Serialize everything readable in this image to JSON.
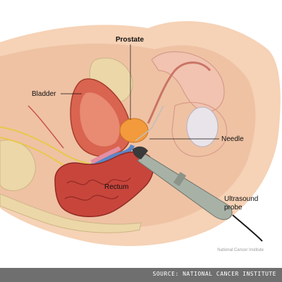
{
  "labels": {
    "prostate": "Prostate",
    "bladder": "Bladder",
    "needle": "Needle",
    "rectum": "Rectum",
    "probe": "Ultrasound probe"
  },
  "credit": "National Cancer Institute",
  "source": "SOURCE: NATIONAL CANCER INSTITUTE",
  "colors": {
    "skin": "#f6d2b6",
    "tissue": "#efb8a0",
    "bladder": "#d9644f",
    "rectum": "#c8453c",
    "prostate": "#f29a3c",
    "bone": "#ecd7a8",
    "probe": "#a8b1a6",
    "vessel_blue": "#5b86c7",
    "source_bar": "#6f6f6f"
  }
}
